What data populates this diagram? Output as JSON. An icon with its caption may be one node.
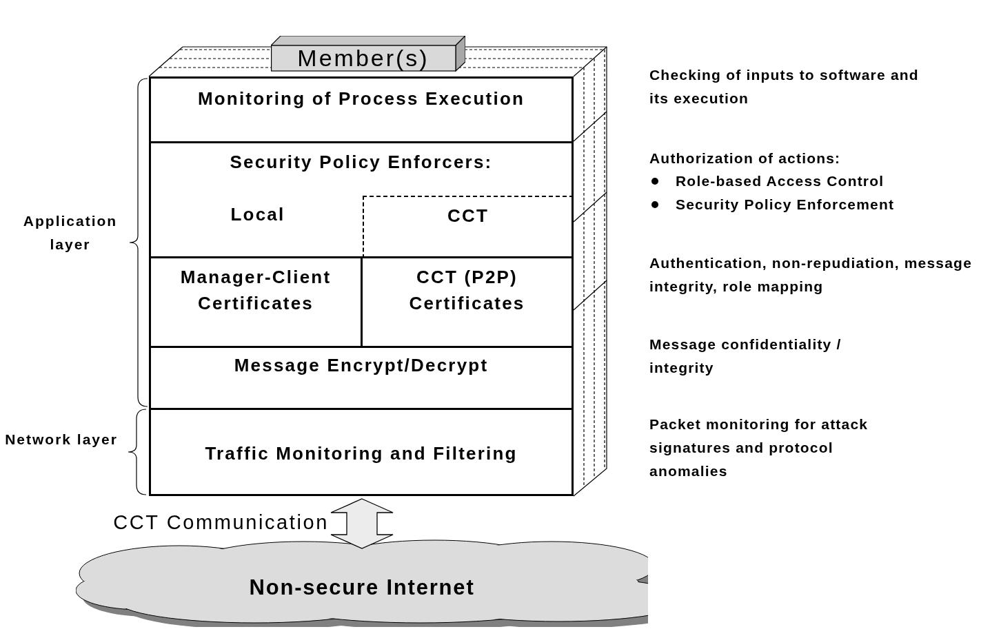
{
  "diagram": {
    "nodes": [
      {
        "text": [
          "Member(s)"
        ]
      },
      {
        "text": [
          "Monitoring of Process Execution"
        ]
      },
      {
        "text": [
          "Security Policy Enforcers:"
        ]
      },
      {
        "text": [
          "Local"
        ],
        "in": 2
      },
      {
        "text": [
          "CCT"
        ],
        "in": 2
      },
      {
        "text": [
          "Manager-Client Certificates"
        ]
      },
      {
        "text": [
          "CCT (P2P) Certificates"
        ]
      },
      {
        "text": [
          "Message Encrypt/Decrypt"
        ]
      },
      {
        "text": [
          "Traffic Monitoring and Filtering"
        ]
      },
      {
        "text": [
          "Non-secure Internet"
        ]
      }
    ],
    "edges": [
      {
        "from": 8,
        "to": 9,
        "arrow": "both",
        "label": "CCT Communication"
      }
    ],
    "labels": [
      "Checking of inputs to software and its execution",
      "Authorization of actions:",
      "Role-based Access Control",
      "Security Policy Enforcement",
      "Application layer",
      "Authentication, non-repudiation, message integrity, role mapping",
      "Message confidentiality / integrity",
      "Network layer",
      "Packet monitoring for attack signatures and protocol anomalies"
    ]
  }
}
